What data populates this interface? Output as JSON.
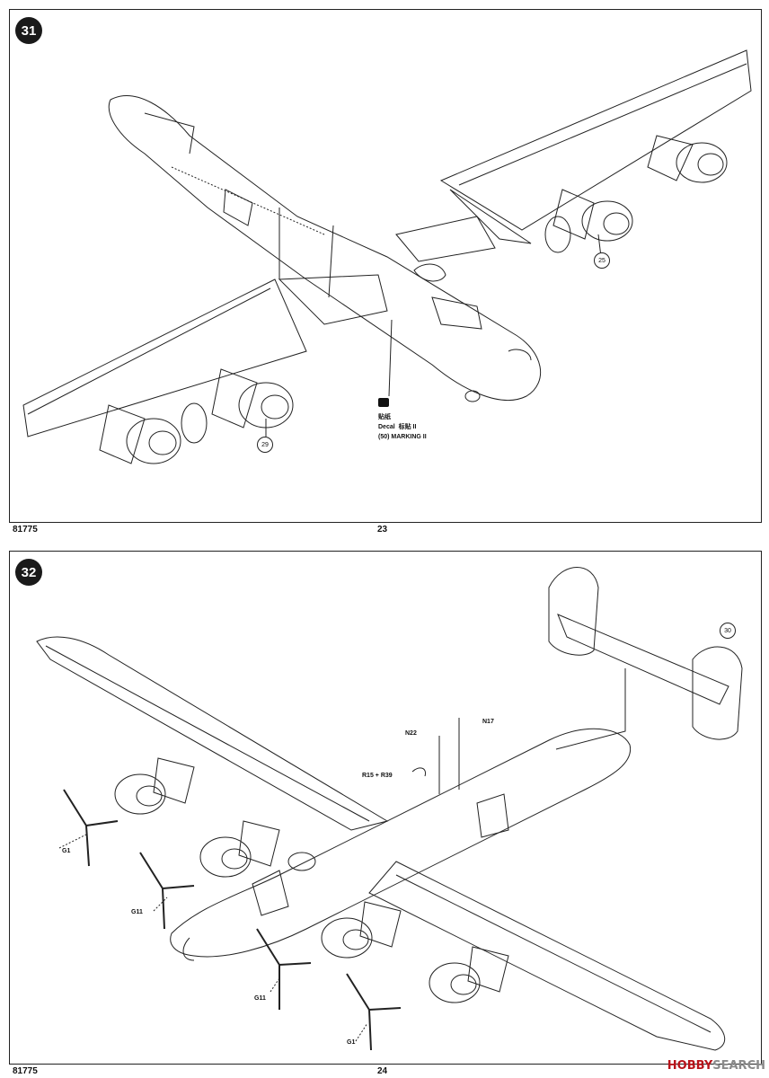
{
  "page_top": {
    "step": "31",
    "code": "81775",
    "page_number": "23",
    "callouts": [
      "25",
      "29"
    ],
    "decal": {
      "cn_label": "贴纸",
      "en_label": "Decal",
      "cn_marking": "标贴 II",
      "number": "(50)",
      "en_marking": "MARKING II"
    }
  },
  "page_bottom": {
    "step": "32",
    "code": "81775",
    "page_number": "24",
    "callouts": [
      "30"
    ],
    "part_labels": {
      "n22": "N22",
      "n17": "N17",
      "r15_r39": "R15 + R39",
      "g1_upper": "G1",
      "g11_upper": "G11",
      "g11_lower": "G11",
      "g1_lower": "G1"
    }
  },
  "watermark": {
    "brand": "HOBBY",
    "suffix": "SEARCH"
  }
}
